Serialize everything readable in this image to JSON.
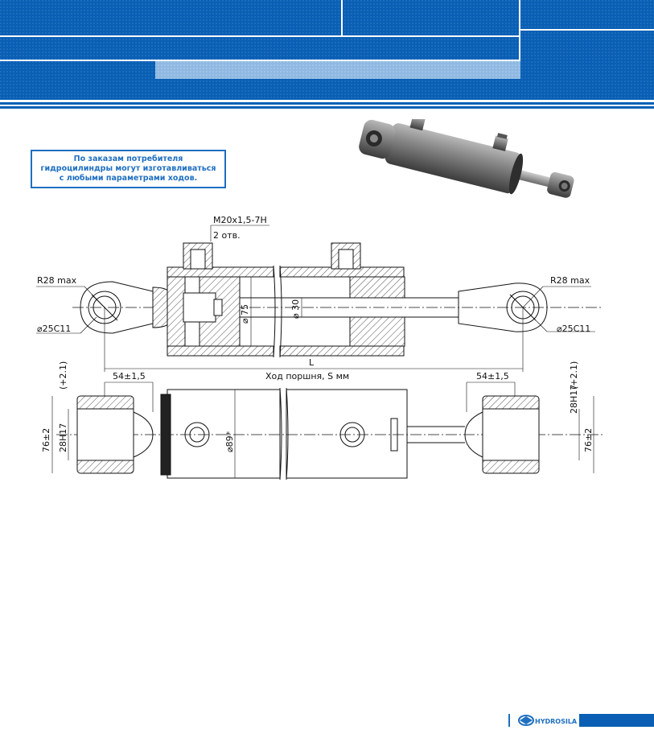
{
  "note": {
    "line1": "По заказам потребителя",
    "line2": "гидроцилиндры могут изготавливаться",
    "line3": "с любыми параметрами ходов."
  },
  "drawing": {
    "thread_label": "M20x1,5-7H",
    "ports_label": "2 отв.",
    "radius_left": "R28 max",
    "radius_right": "R28 max",
    "pin_left": "⌀25С11",
    "pin_right": "⌀25С11",
    "bore_label": "⌀ 75",
    "rod_label": "⌀ 30",
    "length_label": "L",
    "offset_left": "54±1,5",
    "offset_right": "54±1,5",
    "stroke_label": "Ход поршня, S мм",
    "eye_width_left": "28H17",
    "eye_width_right": "28H17",
    "eye_tol_left": "(+2.1)",
    "eye_tol_right": "(+2.1)",
    "eye_height_left": "76±2",
    "eye_height_right": "76±2",
    "tube_label": "⌀89*"
  },
  "footer": {
    "brand": "HYDROSILA"
  },
  "colors": {
    "header_blue": "#0a5fb4",
    "stripe_light": "#bcd6ee",
    "note_blue": "#1f6fc0"
  }
}
